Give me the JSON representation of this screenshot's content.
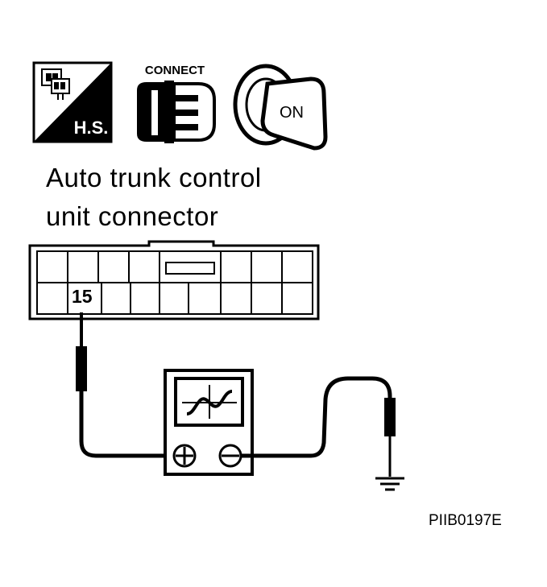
{
  "icons": {
    "harness_side_label": "H.S.",
    "connect_label": "CONNECT",
    "ignition_label": "ON"
  },
  "title": {
    "line1": "Auto trunk control",
    "line2": "unit connector"
  },
  "connector": {
    "pin_label": "15"
  },
  "reference_code": "PIIB0197E"
}
